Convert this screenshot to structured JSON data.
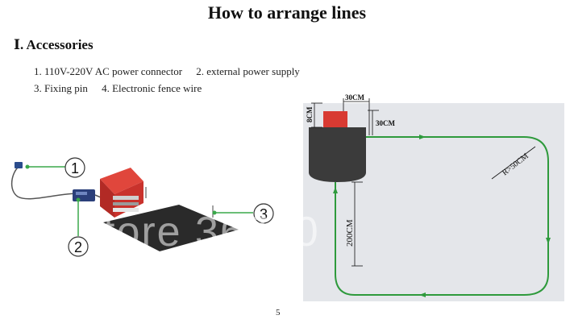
{
  "page": {
    "title": "How to arrange lines",
    "section_heading": "Ⅰ. Accessories",
    "page_number": "5"
  },
  "accessories": {
    "line1": [
      "1. 110V-220V AC power connector",
      "2. external power supply"
    ],
    "line2": [
      "3.  Fixing pin",
      "4. Electronic fence wire"
    ]
  },
  "callouts": [
    "1",
    "2",
    "3"
  ],
  "layout_diagram": {
    "dim_station_height": "8CM",
    "dim_top_offset": "30CM",
    "dim_side_offset": "30CM",
    "dim_radius": "R>50CM",
    "dim_return": "200CM"
  },
  "watermark": "tore 36750",
  "colors": {
    "wire": "#2e9a3c",
    "callout_line": "#3aa84a",
    "station_red": "#d83a32",
    "mat": "#2a2a2a",
    "lawn": "#e4e6ea"
  }
}
